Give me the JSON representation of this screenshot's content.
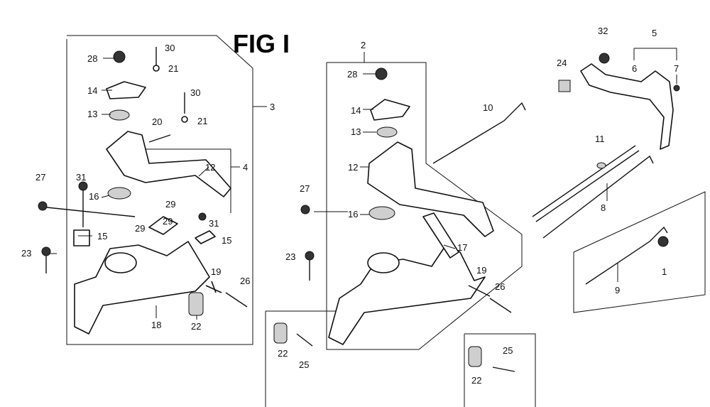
{
  "title": "FIG I",
  "callouts": {
    "left": [
      "30",
      "28",
      "21",
      "30",
      "14",
      "13",
      "21",
      "20",
      "3",
      "12",
      "4",
      "31",
      "27",
      "16",
      "29",
      "29",
      "29",
      "31",
      "15",
      "15",
      "23",
      "19",
      "26",
      "18",
      "22"
    ],
    "middle": [
      "2",
      "28",
      "14",
      "10",
      "13",
      "12",
      "27",
      "16",
      "17",
      "23",
      "19",
      "26"
    ],
    "right": [
      "32",
      "5",
      "24",
      "6",
      "7",
      "11",
      "8",
      "9",
      "1"
    ],
    "boxes": {
      "middle_bottom": [
        "22",
        "25"
      ],
      "right_bottom": [
        "22",
        "25"
      ]
    }
  }
}
